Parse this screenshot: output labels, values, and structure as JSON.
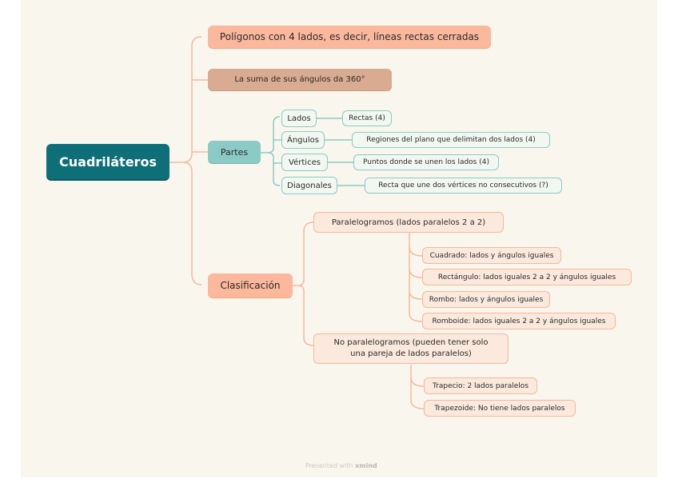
{
  "mindmap": {
    "root": {
      "label": "Cuadriláteros",
      "color": "#0f6f78"
    },
    "branches": {
      "definicion": {
        "label": "Polígonos con 4 lados, es decir, líneas rectas cerradas",
        "color": "#fbb89c"
      },
      "suma_angulos": {
        "label": "La suma de sus ángulos da 360°",
        "color": "#d9ab90"
      },
      "partes": {
        "label": "Partes",
        "color": "#8ccac5",
        "items": [
          {
            "label": "Lados",
            "detail": "Rectas (4)"
          },
          {
            "label": "Ángulos",
            "detail": "Regiones del plano que delimitan dos lados (4)"
          },
          {
            "label": "Vértices",
            "detail": "Puntos donde se unen los lados (4)"
          },
          {
            "label": "Diagonales",
            "detail": "Recta que une dos vértices no consecutivos (?)"
          }
        ]
      },
      "clasificacion": {
        "label": "Clasificación",
        "color": "#fbb89c",
        "groups": [
          {
            "label": "Paralelogramos (lados paralelos 2 a 2)",
            "items": [
              "Cuadrado: lados y ángulos iguales",
              "Rectángulo: lados iguales 2 a 2 y ángulos iguales",
              "Rombo: lados y ángulos iguales",
              "Romboide: lados iguales 2 a 2 y ángulos iguales"
            ]
          },
          {
            "label": "No paralelogramos (pueden tener solo una pareja de lados paralelos)",
            "items": [
              "Trapecio: 2 lados paralelos",
              "Trapezoide: No tiene lados paralelos"
            ]
          }
        ]
      }
    }
  },
  "footer": {
    "prefix": "Presented with",
    "brand": "xmind"
  },
  "colors": {
    "background": "#f9f6ee",
    "connector_salmon": "#f7b89b",
    "connector_teal": "#8ccac5"
  }
}
